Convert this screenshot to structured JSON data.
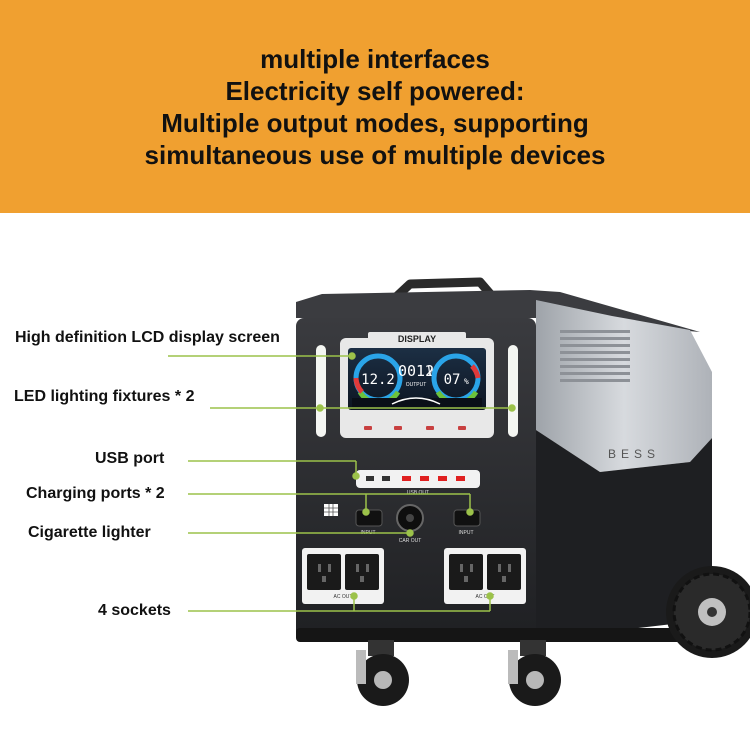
{
  "banner": {
    "lines": [
      "multiple interfaces",
      "Electricity self powered:",
      "Multiple output modes, supporting",
      "simultaneous use of multiple devices"
    ]
  },
  "callouts": {
    "lcd": "High definition LCD display screen",
    "led": "LED lighting fixtures * 2",
    "usb": "USB port",
    "charging": "Charging ports * 2",
    "cigarette": "Cigarette lighter",
    "sockets": "4 sockets"
  },
  "device": {
    "display_label": "DISPLAY",
    "brand": "BESS",
    "lcd_left_value": "12.2",
    "lcd_power": "0012",
    "lcd_power_unit": "W",
    "lcd_output_label": "OUTPUT",
    "lcd_right_value": "07",
    "lcd_percent": "%",
    "usb_out_label": "USB OUT",
    "input_left_label": "INPUT",
    "input_right_label": "INPUT",
    "carout_label": "CAR OUT",
    "ac_left_label": "AC OUT",
    "ac_right_label": "AC OUT"
  },
  "colors": {
    "banner_bg": "#f0a030",
    "callout_line": "#9cc24a",
    "body_dark": "#2b2c2f",
    "body_silver": "#bfc3c8",
    "usb_red": "#e02020"
  }
}
